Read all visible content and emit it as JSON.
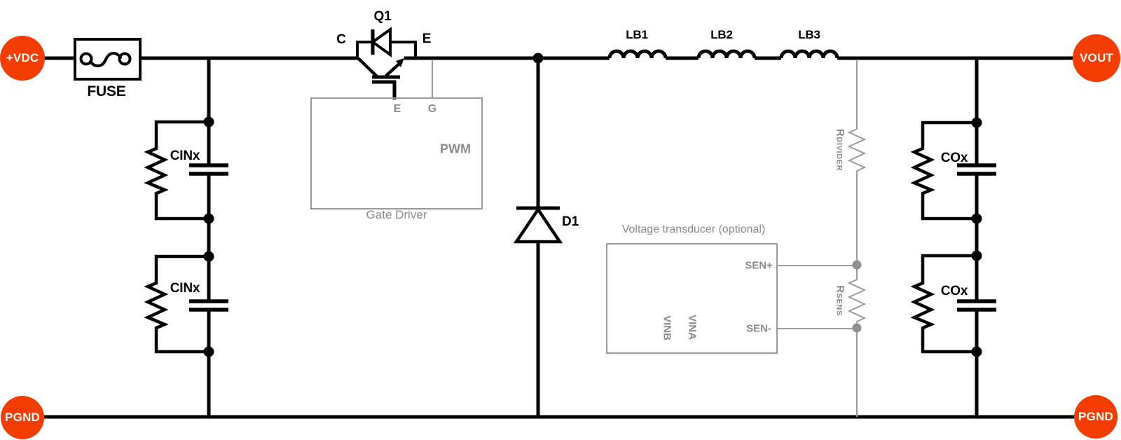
{
  "colors": {
    "accent_orange": "#f23c00",
    "wire_black": "#000000",
    "wire_gray": "#9a9a9a",
    "text_gray": "#8a8a8a"
  },
  "terminals": {
    "input_positive": "+VDC",
    "output": "VOUT",
    "ground_left": "PGND",
    "ground_right": "PGND"
  },
  "components": {
    "fuse": {
      "label": "FUSE"
    },
    "igbt": {
      "designator": "Q1",
      "collector_label": "C",
      "emitter_label": "E"
    },
    "gate_driver": {
      "title": "Gate Driver",
      "pin_e": "E",
      "pin_g": "G",
      "pin_pwm": "PWM"
    },
    "input_capacitors": {
      "cap1_label": "CINx",
      "cap2_label": "CINx"
    },
    "freewheel_diode": {
      "designator": "D1"
    },
    "inductors": {
      "lb1": "LB1",
      "lb2": "LB2",
      "lb3": "LB3"
    },
    "voltage_transducer": {
      "title": "Voltage transducer (optional)",
      "pin_sen_plus": "SEN+",
      "pin_sen_minus": "SEN-",
      "pin_vina": "VINA",
      "pin_vinb": "VINB"
    },
    "sense_resistors": {
      "rdivider": "RDIVIDER",
      "rsens": "RSENS"
    },
    "output_capacitors": {
      "cap1_label": "COx",
      "cap2_label": "COx"
    }
  }
}
